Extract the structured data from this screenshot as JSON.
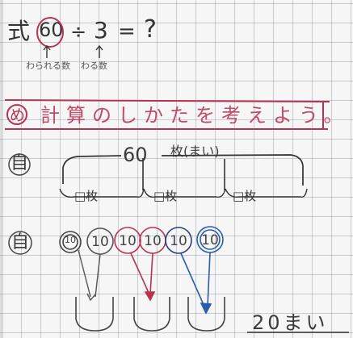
{
  "equation": {
    "prefix": "式",
    "dividend": "60",
    "operator": "÷",
    "divisor": "3",
    "equals": "=",
    "question": "?",
    "dividend_label": "わられる数",
    "divisor_label": "わる数"
  },
  "goal": {
    "marker": "め",
    "text": "計算のしかたを考えよう。"
  },
  "diagram_one": {
    "marker": "自",
    "total": "60",
    "unit": "枚(まい)",
    "parts": [
      "□枚",
      "□枚",
      "□枚"
    ]
  },
  "diagram_two": {
    "marker": "自",
    "coins": [
      "10",
      "10",
      "10",
      "10",
      "10",
      "10"
    ]
  },
  "answer": "20まい",
  "colors": {
    "pencil": "#3c3c3c",
    "red_ink": "#b8334f",
    "blue_ink": "#2a5ea8",
    "navy_ink": "#2c3f78",
    "grid": "#8a8fa3"
  }
}
